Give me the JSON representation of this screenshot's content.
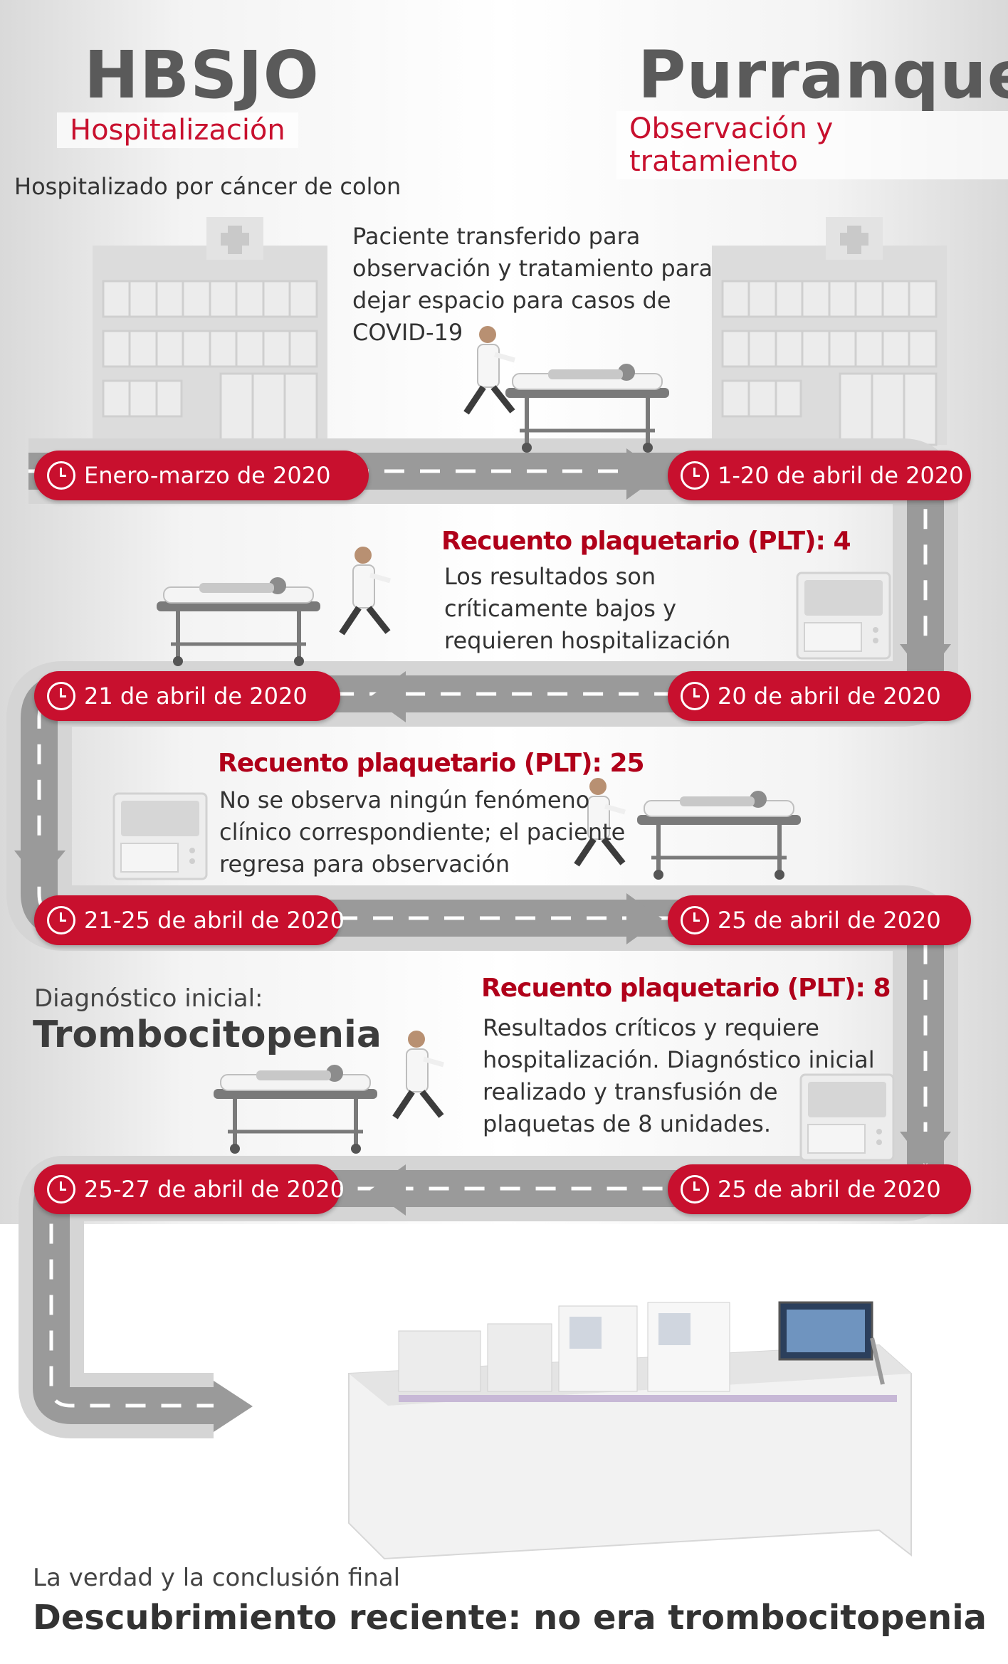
{
  "left_hospital": {
    "name": "HBSJO",
    "role": "Hospitalización",
    "note": "Hospitalizado por cáncer de colon"
  },
  "right_hospital": {
    "name": "Purranque",
    "role": "Observación y tratamiento"
  },
  "transfer_note": "Paciente transferido para observación y tratamiento para dejar espacio para casos de COVID-19",
  "dates": [
    "Enero-marzo de 2020",
    "1-20 de abril de 2020",
    "20 de abril de 2020",
    "21 de abril de 2020",
    "21-25 de abril de 2020",
    "25 de abril de 2020",
    "25 de abril de 2020",
    "25-27 de abril de 2020"
  ],
  "events": [
    {
      "title": "Recuento plaquetario (PLT): 4",
      "desc": "Los resultados son críticamente bajos y requieren hospitalización"
    },
    {
      "title": "Recuento plaquetario (PLT): 25",
      "desc": "No se observa ningún fenómeno clínico correspondiente; el paciente regresa para observación"
    },
    {
      "title": "Recuento plaquetario (PLT): 8",
      "desc": "Resultados críticos y requiere hospitalización. Diagnóstico inicial realizado y transfusión de plaquetas de 8 unidades."
    }
  ],
  "diagnosis": {
    "label": "Diagnóstico inicial:",
    "value": "Trombocitopenia"
  },
  "conclusion": {
    "label": "La verdad y la conclusión final",
    "value": "Descubrimiento reciente: no era trombocitopenia"
  },
  "colors": {
    "accent": "#c8102e",
    "title_red": "#b0001a",
    "road": "#9a9a9a"
  }
}
